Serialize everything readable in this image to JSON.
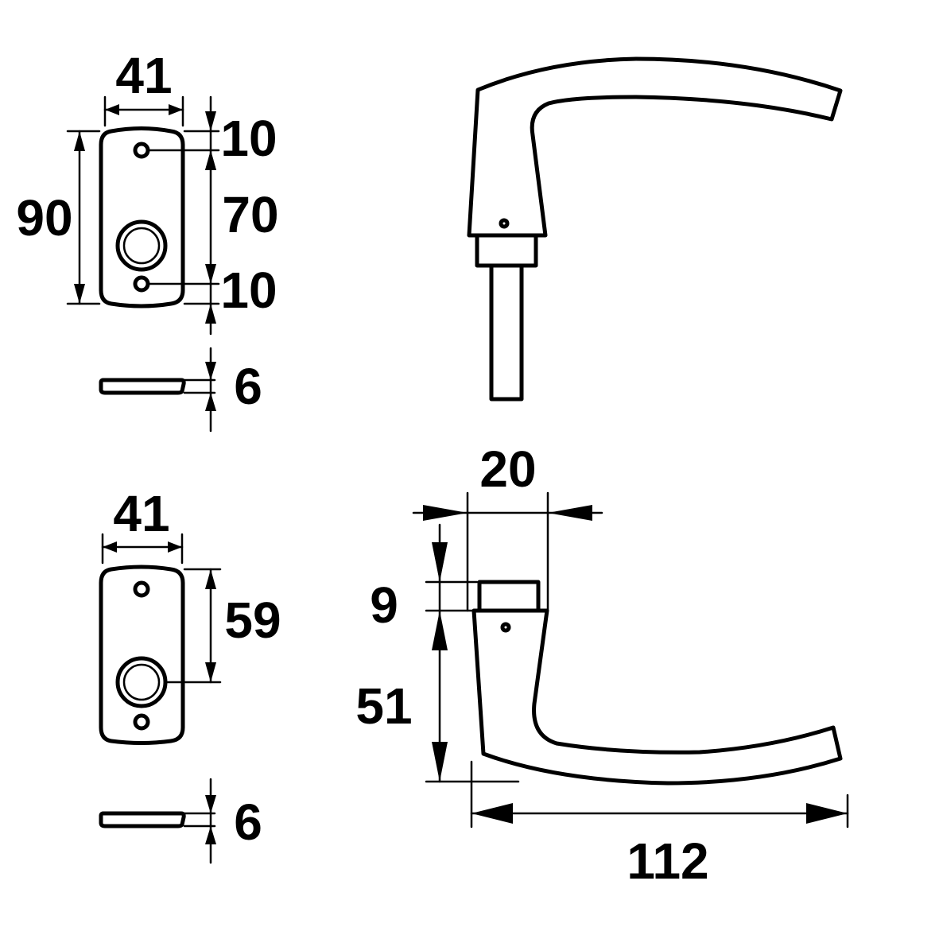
{
  "dimensions": {
    "backplate_long": {
      "width": "41",
      "height": "90",
      "top_hole_offset": "10",
      "hole_spacing": "70",
      "bottom_hole_offset": "10",
      "thickness": "6"
    },
    "backplate_short": {
      "width": "41",
      "spindle_to_top": "59",
      "thickness": "6"
    },
    "lever": {
      "neck_width": "20",
      "collar_height": "9",
      "neck_height": "51",
      "projection": "112"
    }
  },
  "colors": {
    "line": "#000000",
    "background": "#ffffff"
  }
}
